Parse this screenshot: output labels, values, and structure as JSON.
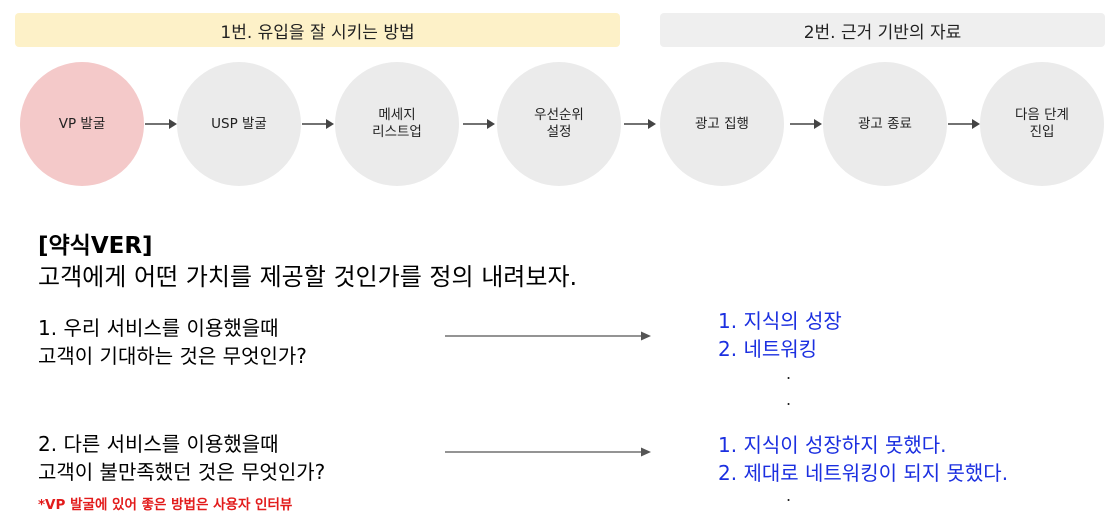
{
  "banners": {
    "left": "1번. 유입을 잘 시키는 방법",
    "right": "2번. 근거 기반의 자료"
  },
  "steps": [
    "VP 발굴",
    "USP 발굴",
    "메세지\n리스트업",
    "우선순위\n설정",
    "광고 집행",
    "광고 종료",
    "다음 단계\n진입"
  ],
  "colors": {
    "active_step": "#f4c9c9",
    "inactive_step": "#ebebeb",
    "banner_left": "#fdf1c8",
    "banner_right": "#efefef",
    "answer_text": "#1b2fe0",
    "note_text": "#e21b1b"
  },
  "body": {
    "heading": "[약식VER]",
    "subheading": "고객에게 어떤 가치를 제공할 것인가를 정의 내려보자.",
    "question1": "1. 우리 서비스를 이용했을때\n고객이 기대하는 것은 무엇인가?",
    "question2": "2. 다른 서비스를 이용했을때\n고객이 불만족했던 것은 무엇인가?",
    "answers1": [
      "1. 지식의 성장",
      "2. 네트워킹"
    ],
    "answers2": [
      "1. 지식이 성장하지 못했다.",
      "2. 제대로 네트워킹이 되지 못했다."
    ],
    "ellipsis_dot": ".",
    "note": "*VP 발굴에 있어 좋은 방법은 사용자 인터뷰"
  }
}
